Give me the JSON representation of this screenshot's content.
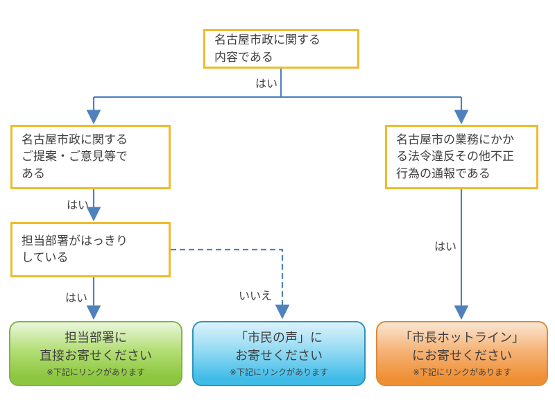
{
  "flowchart": {
    "labels": {
      "yes": "はい",
      "no": "いいえ"
    },
    "colors": {
      "connector": "#4F81BD",
      "decision_border": "#EDBB2D",
      "text": "#3F3F3F",
      "result_green_border": "#82B446",
      "result_blue_border": "#2E93B8",
      "result_orange_border": "#DB8B3F"
    },
    "nodes": {
      "root": {
        "text": "名古屋市政に関する\n内容である"
      },
      "proposal": {
        "text": "名古屋市政に関する\nご提案・ご意見等で\nある"
      },
      "violation": {
        "text": "名古屋市の業務にかか\nる法令違反その他不正\n行為の通報である"
      },
      "department_clear": {
        "text": "担当部署がはっきり\nしている"
      },
      "result_department": {
        "text": "担当部署に\n直接お寄せください",
        "note": "※下記にリンクがあります"
      },
      "result_citizen_voice": {
        "text": "「市民の声」に\nお寄せください",
        "note": "※下記にリンクがあります"
      },
      "result_mayor_hotline": {
        "text": "「市長ホットライン」\nにお寄せください",
        "note": "※下記にリンクがあります"
      }
    }
  }
}
